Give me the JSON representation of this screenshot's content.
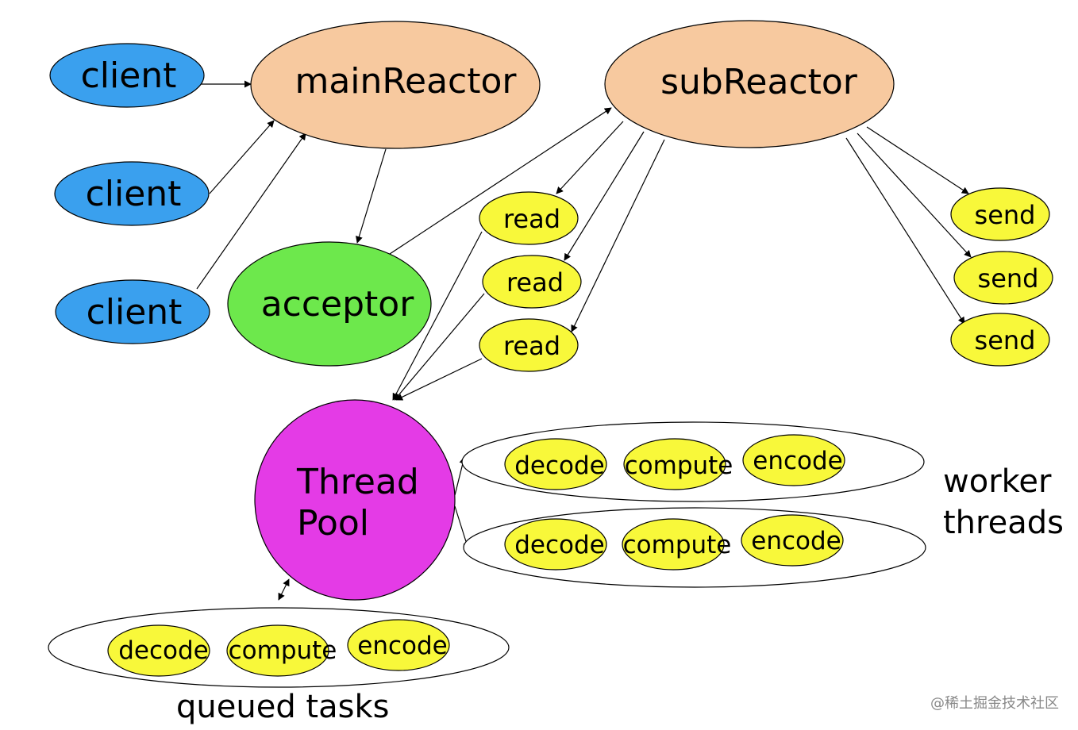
{
  "nodes": {
    "client1": "client",
    "client2": "client",
    "client3": "client",
    "main_reactor": "mainReactor",
    "sub_reactor": "subReactor",
    "acceptor": "acceptor",
    "read1": "read",
    "read2": "read",
    "read3": "read",
    "send1": "send",
    "send2": "send",
    "send3": "send",
    "thread_pool_line1": "Thread",
    "thread_pool_line2": "Pool"
  },
  "worker_threads": {
    "label_line1": "worker",
    "label_line2": "threads",
    "row1": [
      "decode",
      "compute",
      "encode"
    ],
    "row2": [
      "decode",
      "compute",
      "encode"
    ]
  },
  "queued_tasks": {
    "label": "queued tasks",
    "items": [
      "decode",
      "compute",
      "encode"
    ]
  },
  "watermark": "@稀土掘金技术社区",
  "colors": {
    "client": "#3aa0ee",
    "reactor": "#f7c99f",
    "acceptor": "#6de84c",
    "io": "#f8f83a",
    "thread_pool": "#e43be6",
    "container": "#ffffff"
  }
}
